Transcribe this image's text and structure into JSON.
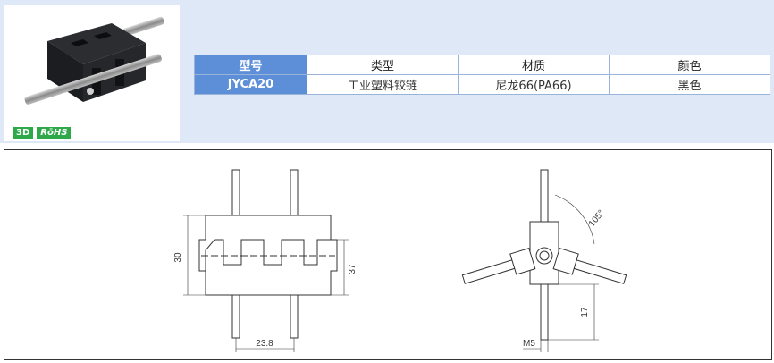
{
  "badges": {
    "three_d": "3D",
    "rohs": "RōHS"
  },
  "spec_table": {
    "headers": [
      "型号",
      "类型",
      "材质",
      "颜色"
    ],
    "row": [
      "JYCA20",
      "工业塑料铰链",
      "尼龙66(PA66)",
      "黑色"
    ]
  },
  "front_view": {
    "dim_height": "30",
    "dim_rod": "37",
    "dim_width": "23.8"
  },
  "side_view": {
    "angle": "105°",
    "thread": "M5",
    "dim_rod": "17"
  },
  "colors": {
    "panel_bg": "#dfe8f6",
    "header_blue": "#5d8fd8",
    "badge_green": "#2fa84a"
  }
}
